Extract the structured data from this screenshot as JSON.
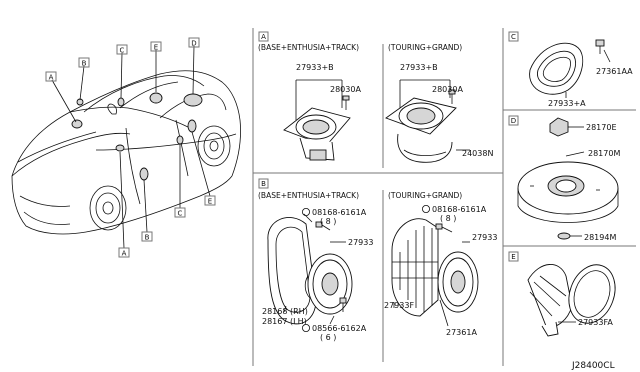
{
  "car_callouts": [
    "A",
    "B",
    "C",
    "E",
    "D",
    "A",
    "B",
    "C",
    "E"
  ],
  "panels": {
    "A": {
      "letter": "A",
      "left_header": "(BASE+ENTHUSIA+TRACK)",
      "right_header": "(TOURING+GRAND)",
      "left_parts": [
        "27933+B",
        "28030A"
      ],
      "right_parts": [
        "27933+B",
        "28030A",
        "24038N"
      ]
    },
    "B": {
      "letter": "B",
      "left_header": "(BASE+ENTHUSIA+TRACK)",
      "right_header": "(TOURING+GRAND)",
      "left_parts": [
        "08168-6161A",
        "( 8 )",
        "27933",
        "28168 (RH)",
        "28167 (LH)",
        "08566-6162A",
        "( 6 )"
      ],
      "right_parts": [
        "08168-6161A",
        "( 8 )",
        "27933",
        "27933F",
        "27361A"
      ]
    },
    "C": {
      "letter": "C",
      "parts": [
        "27361AA",
        "27933+A"
      ]
    },
    "D": {
      "letter": "D",
      "parts": [
        "28170E",
        "28170M",
        "28194M"
      ]
    },
    "E": {
      "letter": "E",
      "parts": [
        "27933FA"
      ]
    }
  },
  "diagram_code": "J28400CL"
}
